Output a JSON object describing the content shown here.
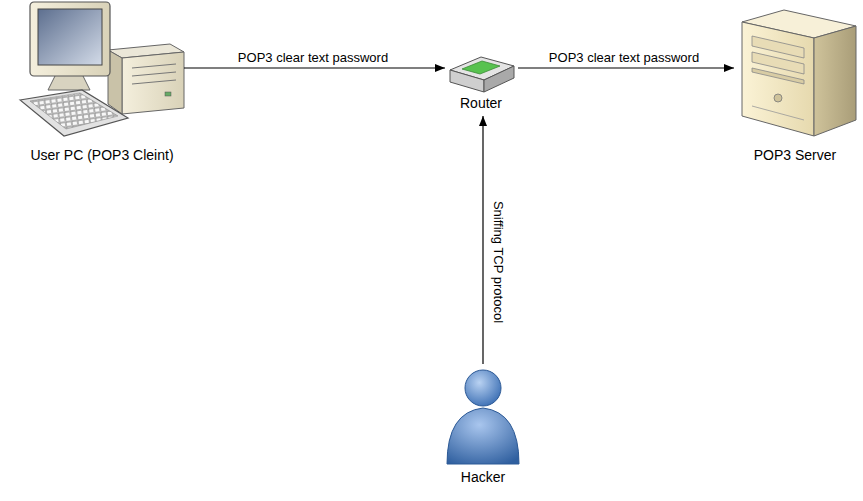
{
  "diagram": {
    "nodes": [
      {
        "text": [
          "User PC (POP3 Cleint)"
        ]
      },
      {
        "text": [
          "Router"
        ]
      },
      {
        "text": [
          "POP3 Server"
        ]
      },
      {
        "text": [
          "Hacker"
        ]
      }
    ],
    "edges": [
      {
        "from": 0,
        "to": 1,
        "arrow": "to",
        "label": "POP3 clear text password"
      },
      {
        "from": 1,
        "to": 2,
        "arrow": "to",
        "label": "POP3 clear text password"
      },
      {
        "from": 3,
        "to": 1,
        "arrow": "to",
        "label": "Sniffing TCP protocol"
      }
    ]
  }
}
